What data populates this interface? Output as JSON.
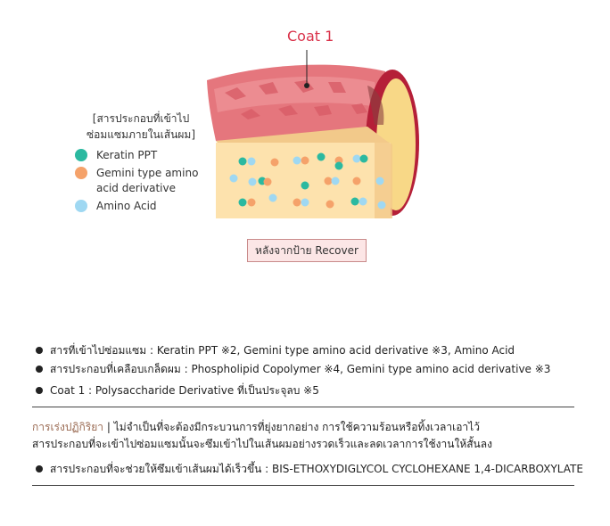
{
  "diagram": {
    "coat_label": "Coat 1",
    "legend": {
      "title_line1": "[สารประกอบที่เข้าไป",
      "title_line2": "ซ่อมแซมภายในเส้นผม]",
      "items": [
        {
          "label": "Keratin PPT",
          "color": "#2bb9a0"
        },
        {
          "label": "Gemini type amino",
          "label_line2": "acid derivative",
          "color": "#f5a26a"
        },
        {
          "label": "Amino Acid",
          "color": "#9fd8f2"
        }
      ]
    },
    "after_label": "หลังจากป้าย Recover",
    "colors": {
      "coat": "#e5767d",
      "coat_dark": "#c84c58",
      "inner": "#fde2ad",
      "inner_dark": "#f2c98a",
      "cap_ring": "#b51f38",
      "cap_inner": "#f8d887"
    }
  },
  "bullets": [
    "สารที่เข้าไปซ่อมแซม : Keratin PPT ※2, Gemini type amino acid derivative ※3, Amino Acid",
    "สารประกอบที่เคลือบเกล็ดผม : Phospholipid Copolymer ※4, Gemini type amino acid derivative ※3",
    "Coat 1 : Polysaccharide Derivative ที่เป็นประจุลบ ※5"
  ],
  "note": {
    "lead": "การเร่งปฏิกิริยา",
    "line1": " | ไม่จำเป็นที่จะต้องมีกระบวนการที่ยุ่งยากอย่าง การใช้ความร้อนหรือทิ้งเวลาเอาไว้",
    "line2": "สารประกอบที่จะเข้าไปซ่อมแซมนั้นจะซึมเข้าไปในเส้นผมอย่างรวดเร็วและลดเวลาการใช้งานให้สั้นลง"
  },
  "bottom_bullet": "สารประกอบที่จะช่วยให้ซึมเข้าเส้นผมได้เร็วขึ้น : BIS-ETHOXYDIGLYCOL CYCLOHEXANE 1,4-DICARBOXYLATE"
}
